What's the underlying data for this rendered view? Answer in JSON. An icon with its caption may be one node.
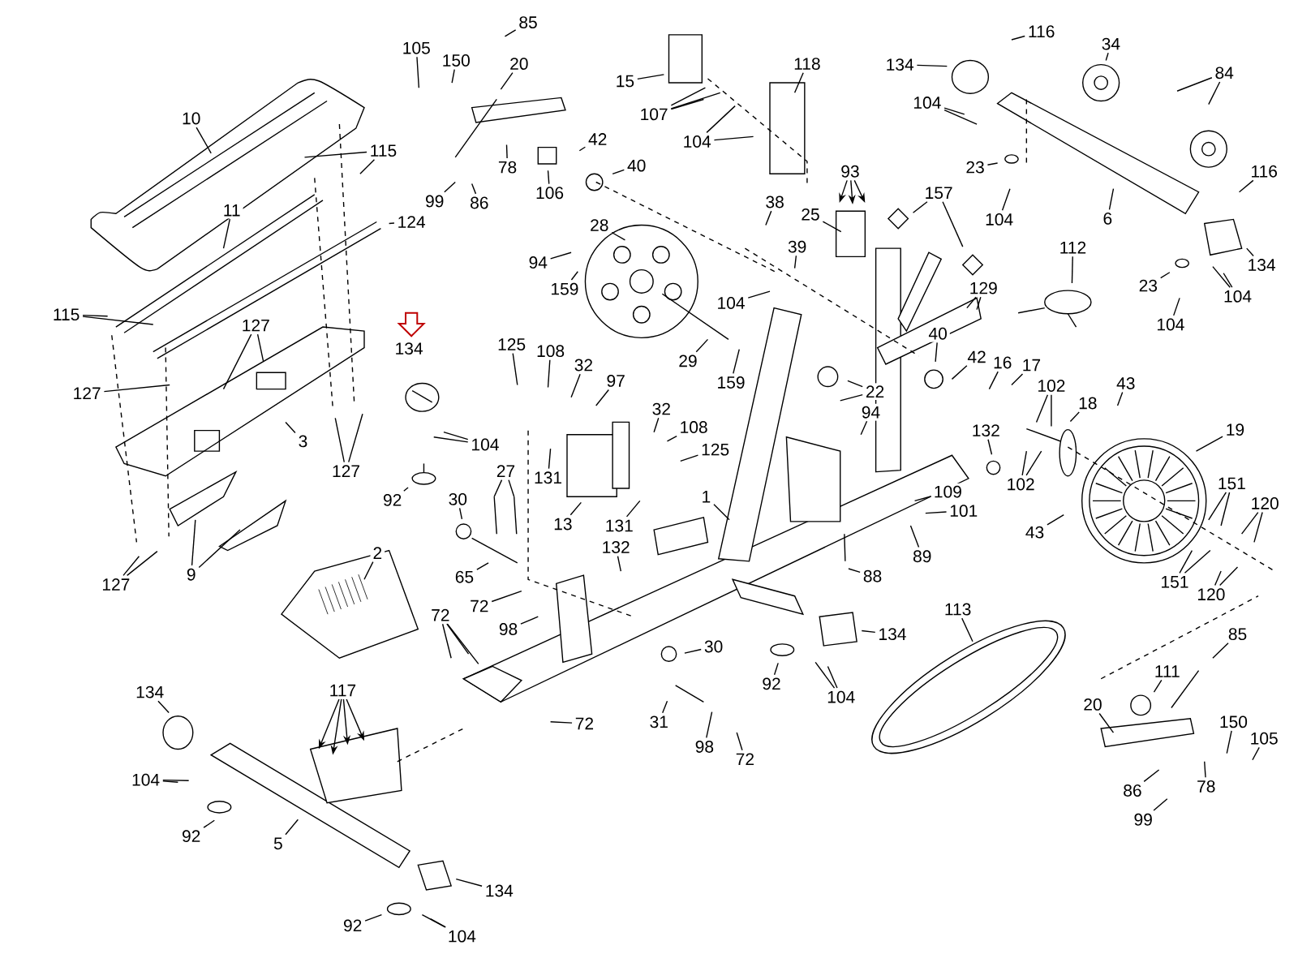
{
  "diagram": {
    "nodes": [
      {
        "text": [
          "85"
        ]
      },
      {
        "text": [
          "105"
        ]
      },
      {
        "text": [
          "150"
        ]
      },
      {
        "text": [
          "20"
        ]
      },
      {
        "text": [
          "15"
        ]
      },
      {
        "text": [
          "118"
        ]
      },
      {
        "text": [
          "107"
        ]
      },
      {
        "text": [
          "104"
        ]
      },
      {
        "text": [
          "116"
        ]
      },
      {
        "text": [
          "134"
        ]
      },
      {
        "text": [
          "34"
        ]
      },
      {
        "text": [
          "84"
        ]
      },
      {
        "text": [
          "104"
        ]
      },
      {
        "text": [
          "10"
        ]
      },
      {
        "text": [
          "115"
        ]
      },
      {
        "text": [
          "42"
        ]
      },
      {
        "text": [
          "40"
        ]
      },
      {
        "text": [
          "78"
        ]
      },
      {
        "text": [
          "106"
        ]
      },
      {
        "text": [
          "99"
        ]
      },
      {
        "text": [
          "86"
        ]
      },
      {
        "text": [
          "93"
        ]
      },
      {
        "text": [
          "157"
        ]
      },
      {
        "text": [
          "23"
        ]
      },
      {
        "text": [
          "104"
        ]
      },
      {
        "text": [
          "6"
        ]
      },
      {
        "text": [
          "116"
        ]
      },
      {
        "text": [
          "11"
        ]
      },
      {
        "text": [
          "124"
        ]
      },
      {
        "text": [
          "28"
        ]
      },
      {
        "text": [
          "38"
        ]
      },
      {
        "text": [
          "25"
        ]
      },
      {
        "text": [
          "94"
        ]
      },
      {
        "text": [
          "159"
        ]
      },
      {
        "text": [
          "39"
        ]
      },
      {
        "text": [
          "104"
        ]
      },
      {
        "text": [
          "112"
        ]
      },
      {
        "text": [
          "134"
        ]
      },
      {
        "text": [
          "23"
        ]
      },
      {
        "text": [
          "104"
        ]
      },
      {
        "text": [
          "104"
        ]
      },
      {
        "text": [
          "129"
        ]
      },
      {
        "text": [
          "115"
        ]
      },
      {
        "text": [
          "127"
        ]
      },
      {
        "text": [
          "125"
        ]
      },
      {
        "text": [
          "108"
        ]
      },
      {
        "text": [
          "32"
        ]
      },
      {
        "text": [
          "97"
        ]
      },
      {
        "text": [
          "29"
        ]
      },
      {
        "text": [
          "159"
        ]
      },
      {
        "text": [
          "40"
        ]
      },
      {
        "text": [
          "42"
        ]
      },
      {
        "text": [
          "16"
        ]
      },
      {
        "text": [
          "17"
        ]
      },
      {
        "text": [
          "22"
        ]
      },
      {
        "text": [
          "94"
        ]
      },
      {
        "text": [
          "102"
        ]
      },
      {
        "text": [
          "43"
        ]
      },
      {
        "text": [
          "18"
        ]
      },
      {
        "text": [
          "19"
        ]
      },
      {
        "text": [
          "127"
        ]
      },
      {
        "text": [
          "3"
        ]
      },
      {
        "text": [
          "104"
        ]
      },
      {
        "text": [
          "32"
        ]
      },
      {
        "text": [
          "108"
        ]
      },
      {
        "text": [
          "125"
        ]
      },
      {
        "text": [
          "131"
        ]
      },
      {
        "text": [
          "127"
        ]
      },
      {
        "text": [
          "92"
        ]
      },
      {
        "text": [
          "30"
        ]
      },
      {
        "text": [
          "27"
        ]
      },
      {
        "text": [
          "13"
        ]
      },
      {
        "text": [
          "131"
        ]
      },
      {
        "text": [
          "132"
        ]
      },
      {
        "text": [
          "102"
        ]
      },
      {
        "text": [
          "109"
        ]
      },
      {
        "text": [
          "101"
        ]
      },
      {
        "text": [
          "89"
        ]
      },
      {
        "text": [
          "43"
        ]
      },
      {
        "text": [
          "151"
        ]
      },
      {
        "text": [
          "120"
        ]
      },
      {
        "text": [
          "151"
        ]
      },
      {
        "text": [
          "120"
        ]
      },
      {
        "text": [
          "88"
        ]
      },
      {
        "text": [
          "1"
        ]
      },
      {
        "text": [
          "9"
        ]
      },
      {
        "text": [
          "127"
        ]
      },
      {
        "text": [
          "65"
        ]
      },
      {
        "text": [
          "2"
        ]
      },
      {
        "text": [
          "132"
        ]
      },
      {
        "text": [
          "72"
        ]
      },
      {
        "text": [
          "98"
        ]
      },
      {
        "text": [
          "72"
        ]
      },
      {
        "text": [
          "30"
        ]
      },
      {
        "text": [
          "134"
        ]
      },
      {
        "text": [
          "113"
        ]
      },
      {
        "text": [
          "92"
        ]
      },
      {
        "text": [
          "104"
        ]
      },
      {
        "text": [
          "85"
        ]
      },
      {
        "text": [
          "111"
        ]
      },
      {
        "text": [
          "20"
        ]
      },
      {
        "text": [
          "150"
        ]
      },
      {
        "text": [
          "105"
        ]
      },
      {
        "text": [
          "78"
        ]
      },
      {
        "text": [
          "86"
        ]
      },
      {
        "text": [
          "99"
        ]
      },
      {
        "text": [
          "117"
        ]
      },
      {
        "text": [
          "134"
        ]
      },
      {
        "text": [
          "104"
        ]
      },
      {
        "text": [
          "92"
        ]
      },
      {
        "text": [
          "5"
        ]
      },
      {
        "text": [
          "72"
        ]
      },
      {
        "text": [
          "31"
        ]
      },
      {
        "text": [
          "98"
        ]
      },
      {
        "text": [
          "72"
        ]
      },
      {
        "text": [
          "134"
        ]
      },
      {
        "text": [
          "92"
        ]
      },
      {
        "text": [
          "104"
        ]
      }
    ],
    "edges": [
      {
        "from": 0,
        "to": null,
        "arrow": "none"
      },
      {
        "from": 1,
        "to": null,
        "arrow": "none"
      },
      {
        "from": 2,
        "to": null,
        "arrow": "none"
      },
      {
        "from": 3,
        "to": null,
        "arrow": "none"
      },
      {
        "from": 4,
        "to": null,
        "arrow": "none"
      },
      {
        "from": 5,
        "to": null,
        "arrow": "none"
      },
      {
        "from": 6,
        "to": null,
        "arrow": "none"
      },
      {
        "from": 6,
        "to": null,
        "arrow": "none"
      },
      {
        "from": 6,
        "to": null,
        "arrow": "none"
      },
      {
        "from": 7,
        "to": null,
        "arrow": "none"
      },
      {
        "from": 7,
        "to": null,
        "arrow": "none"
      },
      {
        "from": 8,
        "to": null,
        "arrow": "none"
      },
      {
        "from": 9,
        "to": null,
        "arrow": "none"
      },
      {
        "from": 10,
        "to": null,
        "arrow": "none"
      },
      {
        "from": 11,
        "to": null,
        "arrow": "none"
      },
      {
        "from": 11,
        "to": null,
        "arrow": "none"
      },
      {
        "from": 12,
        "to": null,
        "arrow": "none"
      },
      {
        "from": 12,
        "to": null,
        "arrow": "none"
      },
      {
        "from": 13,
        "to": null,
        "arrow": "none"
      },
      {
        "from": 14,
        "to": null,
        "arrow": "none"
      },
      {
        "from": 14,
        "to": null,
        "arrow": "none"
      },
      {
        "from": 15,
        "to": null,
        "arrow": "none"
      },
      {
        "from": 16,
        "to": null,
        "arrow": "none"
      },
      {
        "from": 17,
        "to": null,
        "arrow": "none"
      },
      {
        "from": 18,
        "to": null,
        "arrow": "none"
      },
      {
        "from": 19,
        "to": null,
        "arrow": "none"
      },
      {
        "from": 20,
        "to": null,
        "arrow": "none"
      },
      {
        "from": 21,
        "to": null,
        "arrow": "to"
      },
      {
        "from": 21,
        "to": null,
        "arrow": "to"
      },
      {
        "from": 21,
        "to": null,
        "arrow": "to"
      },
      {
        "from": 22,
        "to": null,
        "arrow": "none"
      },
      {
        "from": 22,
        "to": null,
        "arrow": "none"
      },
      {
        "from": 23,
        "to": null,
        "arrow": "none"
      },
      {
        "from": 24,
        "to": null,
        "arrow": "none"
      },
      {
        "from": 25,
        "to": null,
        "arrow": "none"
      },
      {
        "from": 26,
        "to": null,
        "arrow": "none"
      },
      {
        "from": 27,
        "to": null,
        "arrow": "none"
      },
      {
        "from": 28,
        "to": null,
        "arrow": "none"
      },
      {
        "from": 29,
        "to": null,
        "arrow": "none"
      },
      {
        "from": 30,
        "to": null,
        "arrow": "none"
      },
      {
        "from": 31,
        "to": null,
        "arrow": "none"
      },
      {
        "from": 32,
        "to": null,
        "arrow": "none"
      },
      {
        "from": 33,
        "to": null,
        "arrow": "none"
      },
      {
        "from": 34,
        "to": null,
        "arrow": "none"
      },
      {
        "from": 35,
        "to": null,
        "arrow": "none"
      },
      {
        "from": 36,
        "to": null,
        "arrow": "none"
      },
      {
        "from": 37,
        "to": null,
        "arrow": "none"
      },
      {
        "from": 38,
        "to": null,
        "arrow": "none"
      },
      {
        "from": 39,
        "to": null,
        "arrow": "none"
      },
      {
        "from": 39,
        "to": null,
        "arrow": "none"
      },
      {
        "from": 40,
        "to": null,
        "arrow": "none"
      },
      {
        "from": 41,
        "to": null,
        "arrow": "none"
      },
      {
        "from": 41,
        "to": null,
        "arrow": "none"
      },
      {
        "from": 42,
        "to": null,
        "arrow": "none"
      },
      {
        "from": 42,
        "to": null,
        "arrow": "none"
      },
      {
        "from": 43,
        "to": null,
        "arrow": "none"
      },
      {
        "from": 43,
        "to": null,
        "arrow": "none"
      },
      {
        "from": 44,
        "to": null,
        "arrow": "none"
      },
      {
        "from": 45,
        "to": null,
        "arrow": "none"
      },
      {
        "from": 46,
        "to": null,
        "arrow": "none"
      },
      {
        "from": 47,
        "to": null,
        "arrow": "none"
      },
      {
        "from": 48,
        "to": null,
        "arrow": "none"
      },
      {
        "from": 49,
        "to": null,
        "arrow": "none"
      },
      {
        "from": 50,
        "to": null,
        "arrow": "none"
      },
      {
        "from": 51,
        "to": null,
        "arrow": "none"
      },
      {
        "from": 52,
        "to": null,
        "arrow": "none"
      },
      {
        "from": 53,
        "to": null,
        "arrow": "none"
      },
      {
        "from": 54,
        "to": null,
        "arrow": "none"
      },
      {
        "from": 54,
        "to": null,
        "arrow": "none"
      },
      {
        "from": 55,
        "to": null,
        "arrow": "none"
      },
      {
        "from": 56,
        "to": null,
        "arrow": "none"
      },
      {
        "from": 56,
        "to": null,
        "arrow": "none"
      },
      {
        "from": 57,
        "to": null,
        "arrow": "none"
      },
      {
        "from": 58,
        "to": null,
        "arrow": "none"
      },
      {
        "from": 59,
        "to": null,
        "arrow": "none"
      },
      {
        "from": 60,
        "to": null,
        "arrow": "none"
      },
      {
        "from": 61,
        "to": null,
        "arrow": "none"
      },
      {
        "from": 62,
        "to": null,
        "arrow": "none"
      },
      {
        "from": 62,
        "to": null,
        "arrow": "none"
      },
      {
        "from": 63,
        "to": null,
        "arrow": "none"
      },
      {
        "from": 64,
        "to": null,
        "arrow": "none"
      },
      {
        "from": 65,
        "to": null,
        "arrow": "none"
      },
      {
        "from": 66,
        "to": null,
        "arrow": "none"
      },
      {
        "from": 67,
        "to": null,
        "arrow": "none"
      },
      {
        "from": 67,
        "to": null,
        "arrow": "none"
      },
      {
        "from": 68,
        "to": null,
        "arrow": "none"
      },
      {
        "from": 69,
        "to": null,
        "arrow": "none"
      },
      {
        "from": 70,
        "to": null,
        "arrow": "none"
      },
      {
        "from": 70,
        "to": null,
        "arrow": "none"
      },
      {
        "from": 71,
        "to": null,
        "arrow": "none"
      },
      {
        "from": 72,
        "to": null,
        "arrow": "none"
      },
      {
        "from": 73,
        "to": null,
        "arrow": "none"
      },
      {
        "from": 74,
        "to": null,
        "arrow": "none"
      },
      {
        "from": 74,
        "to": null,
        "arrow": "none"
      },
      {
        "from": 75,
        "to": null,
        "arrow": "none"
      },
      {
        "from": 76,
        "to": null,
        "arrow": "none"
      },
      {
        "from": 77,
        "to": null,
        "arrow": "none"
      },
      {
        "from": 78,
        "to": null,
        "arrow": "none"
      },
      {
        "from": 79,
        "to": null,
        "arrow": "none"
      },
      {
        "from": 79,
        "to": null,
        "arrow": "none"
      },
      {
        "from": 80,
        "to": null,
        "arrow": "none"
      },
      {
        "from": 80,
        "to": null,
        "arrow": "none"
      },
      {
        "from": 81,
        "to": null,
        "arrow": "none"
      },
      {
        "from": 81,
        "to": null,
        "arrow": "none"
      },
      {
        "from": 82,
        "to": null,
        "arrow": "none"
      },
      {
        "from": 82,
        "to": null,
        "arrow": "none"
      },
      {
        "from": 83,
        "to": null,
        "arrow": "none"
      },
      {
        "from": 84,
        "to": null,
        "arrow": "none"
      },
      {
        "from": 85,
        "to": null,
        "arrow": "none"
      },
      {
        "from": 85,
        "to": null,
        "arrow": "none"
      },
      {
        "from": 86,
        "to": null,
        "arrow": "none"
      },
      {
        "from": 86,
        "to": null,
        "arrow": "none"
      },
      {
        "from": 87,
        "to": null,
        "arrow": "none"
      },
      {
        "from": 88,
        "to": null,
        "arrow": "none"
      },
      {
        "from": 89,
        "to": null,
        "arrow": "none"
      },
      {
        "from": 90,
        "to": null,
        "arrow": "none"
      },
      {
        "from": 91,
        "to": null,
        "arrow": "none"
      },
      {
        "from": 92,
        "to": null,
        "arrow": "none"
      },
      {
        "from": 92,
        "to": null,
        "arrow": "none"
      },
      {
        "from": 92,
        "to": null,
        "arrow": "none"
      },
      {
        "from": 93,
        "to": null,
        "arrow": "none"
      },
      {
        "from": 94,
        "to": null,
        "arrow": "none"
      },
      {
        "from": 95,
        "to": null,
        "arrow": "none"
      },
      {
        "from": 96,
        "to": null,
        "arrow": "none"
      },
      {
        "from": 97,
        "to": null,
        "arrow": "none"
      },
      {
        "from": 97,
        "to": null,
        "arrow": "none"
      },
      {
        "from": 98,
        "to": null,
        "arrow": "none"
      },
      {
        "from": 99,
        "to": null,
        "arrow": "none"
      },
      {
        "from": 100,
        "to": null,
        "arrow": "none"
      },
      {
        "from": 101,
        "to": null,
        "arrow": "none"
      },
      {
        "from": 102,
        "to": null,
        "arrow": "none"
      },
      {
        "from": 103,
        "to": null,
        "arrow": "none"
      },
      {
        "from": 104,
        "to": null,
        "arrow": "none"
      },
      {
        "from": 105,
        "to": null,
        "arrow": "none"
      },
      {
        "from": 106,
        "to": null,
        "arrow": "to"
      },
      {
        "from": 106,
        "to": null,
        "arrow": "to"
      },
      {
        "from": 106,
        "to": null,
        "arrow": "to"
      },
      {
        "from": 106,
        "to": null,
        "arrow": "to"
      },
      {
        "from": 107,
        "to": null,
        "arrow": "none"
      },
      {
        "from": 108,
        "to": null,
        "arrow": "none"
      },
      {
        "from": 108,
        "to": null,
        "arrow": "none"
      },
      {
        "from": 109,
        "to": null,
        "arrow": "none"
      },
      {
        "from": 110,
        "to": null,
        "arrow": "none"
      },
      {
        "from": 111,
        "to": null,
        "arrow": "none"
      },
      {
        "from": 112,
        "to": null,
        "arrow": "none"
      },
      {
        "from": 113,
        "to": null,
        "arrow": "none"
      },
      {
        "from": 114,
        "to": null,
        "arrow": "none"
      },
      {
        "from": 115,
        "to": null,
        "arrow": "none"
      },
      {
        "from": 116,
        "to": null,
        "arrow": "none"
      },
      {
        "from": 117,
        "to": null,
        "arrow": "none"
      },
      {
        "from": 117,
        "to": null,
        "arrow": "none"
      }
    ],
    "labels": [
      "134"
    ]
  }
}
